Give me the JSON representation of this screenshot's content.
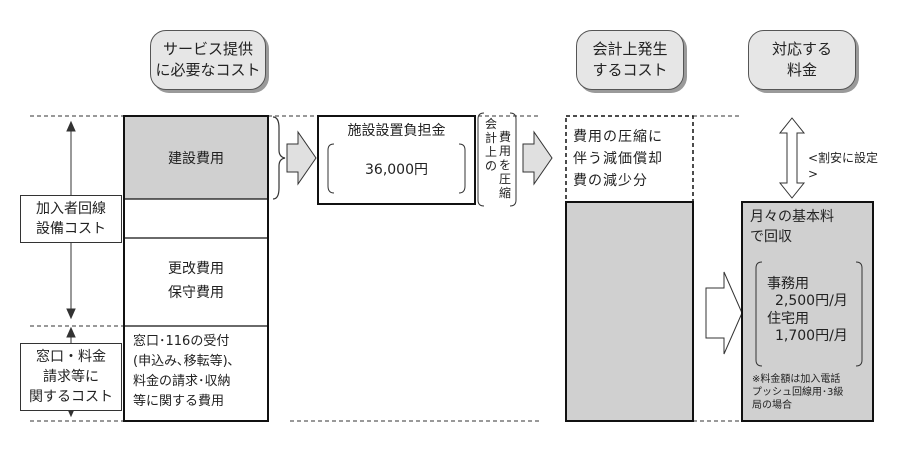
{
  "headers": {
    "service_cost": "サービス提供\nに必要なコスト",
    "accounting_cost": "会計上発生\nするコスト",
    "fee": "対応する\n料金"
  },
  "left_labels": {
    "subscriber_line_cost": "加入者回線\n設備コスト",
    "window_billing_cost": "窓口・料金\n請求等に\n関するコスト"
  },
  "cost_column": {
    "construction": "建設費用",
    "renewal_maintenance": "更改費用\n保守費用",
    "window_costs": "窓口･116の受付\n(申込み､移転等)､\n料金の請求･収納\n等に関する費用"
  },
  "facility_charge": {
    "title": "施設設置負担金",
    "amount": "36,000円"
  },
  "compression_note": {
    "col1": "会計上の",
    "col2": "費用を圧縮"
  },
  "depreciation_reduction": "費用の圧縮に\n伴う減価償却\n費の減少分",
  "set_cheaper": "<割安に設定>",
  "monthly_fee": {
    "title": "月々の基本料\nで回収",
    "business_label": "事務用",
    "business_amount": "2,500円/月",
    "residential_label": "住宅用",
    "residential_amount": "1,700円/月"
  },
  "footnote": "※料金額は加入電話\nプッシュ回線用･3級\n局の場合",
  "colors": {
    "shaded": "#d0d0d0",
    "header_bg": "#e6e6e6",
    "shadow": "#9a9a9a"
  }
}
